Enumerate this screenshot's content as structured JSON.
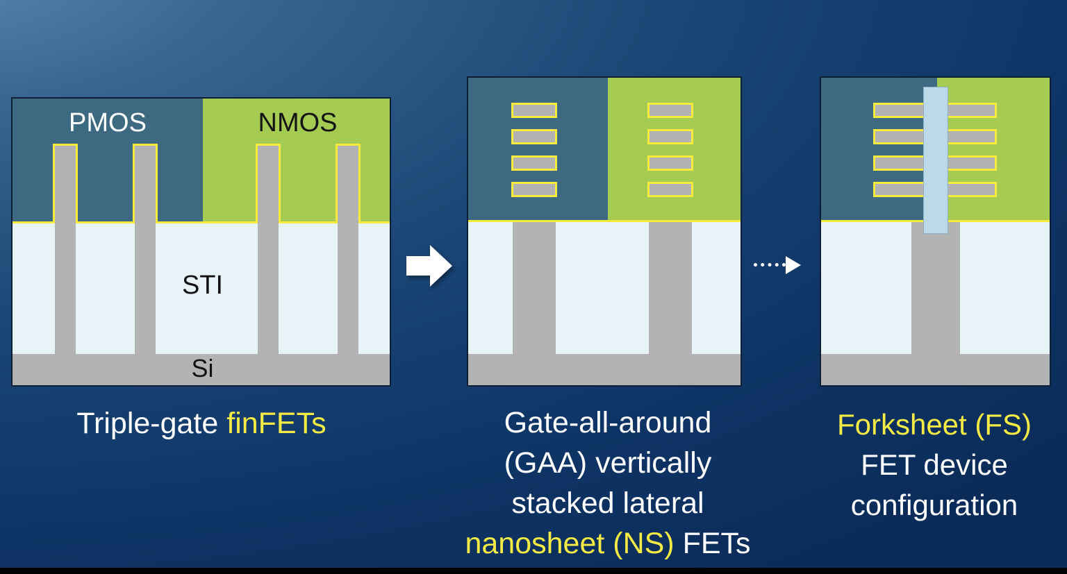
{
  "slide": {
    "topic": "Transistor architecture evolution: finFET to nanosheet to forksheet"
  },
  "colors": {
    "background_top_left": "#5a89b0",
    "background_bottom": "#0b2c59",
    "pmos_region": "#3e6a81",
    "nmos_region": "#a5cb52",
    "sti_region": "#e8f3f8",
    "silicon_gray": "#b3b3b3",
    "gate_outline_yellow": "#f7ec3e",
    "dielectric_wall_blue": "#bcd9e9",
    "caption_yellow": "#f5eb44",
    "caption_white": "#ffffff"
  },
  "diagram": {
    "fin_count": 4,
    "sheet_count": 4,
    "gaa_stack_count": 2
  },
  "panels": {
    "finfet": {
      "pmos_label": "PMOS",
      "nmos_label": "NMOS",
      "sti_label": "STI",
      "si_label": "Si"
    }
  },
  "captions": {
    "finfet": {
      "white": "Triple-gate ",
      "yellow": "finFETs"
    },
    "gaa": {
      "line1": "Gate-all-around",
      "line2": "(GAA) vertically",
      "line3": "stacked lateral",
      "line4_yellow": "nanosheet (NS)",
      "line4_white": " FETs"
    },
    "forksheet": {
      "line1_yellow": "Forksheet (FS)",
      "line2": "FET device",
      "line3": "configuration"
    }
  }
}
